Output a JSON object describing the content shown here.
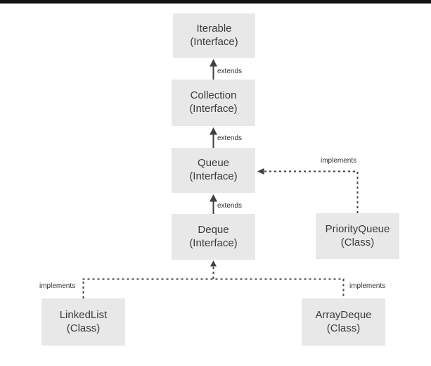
{
  "diagram": {
    "kind": "class-hierarchy",
    "nodes": [
      {
        "name": "Iterable",
        "stereotype": "(Interface)"
      },
      {
        "name": "Collection",
        "stereotype": "(Interface)"
      },
      {
        "name": "Queue",
        "stereotype": "(Interface)"
      },
      {
        "name": "Deque",
        "stereotype": "(Interface)"
      },
      {
        "name": "PriorityQueue",
        "stereotype": "(Class)"
      },
      {
        "name": "LinkedList",
        "stereotype": "(Class)"
      },
      {
        "name": "ArrayDeque",
        "stereotype": "(Class)"
      }
    ],
    "edges": [
      {
        "from": "Collection",
        "to": "Iterable",
        "label": "extends",
        "style": "solid"
      },
      {
        "from": "Queue",
        "to": "Collection",
        "label": "extends",
        "style": "solid"
      },
      {
        "from": "Deque",
        "to": "Queue",
        "label": "extends",
        "style": "solid"
      },
      {
        "from": "PriorityQueue",
        "to": "Queue",
        "label": "implements",
        "style": "dashed"
      },
      {
        "from": "LinkedList",
        "to": "Deque",
        "label": "implements",
        "style": "dashed"
      },
      {
        "from": "ArrayDeque",
        "to": "Deque",
        "label": "implements",
        "style": "dashed"
      }
    ],
    "colors": {
      "background": "#ffffff",
      "top_bar": "#111111",
      "node_fill": "#e8e8e8",
      "node_text": "#3b3b3b",
      "edge_line": "#404040",
      "edge_label_text": "#2f2f2f"
    }
  }
}
